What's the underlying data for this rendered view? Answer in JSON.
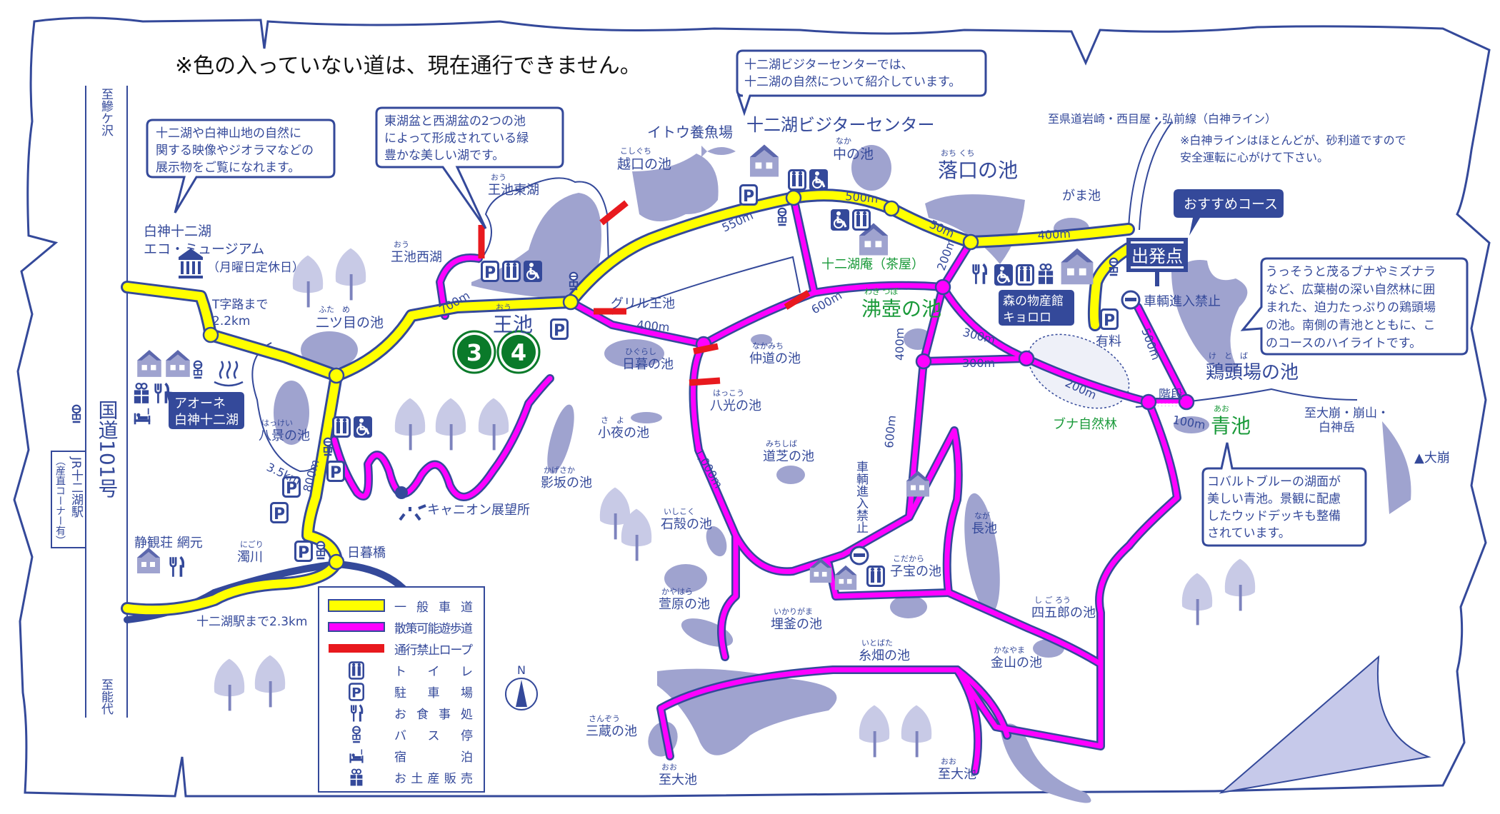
{
  "notice": "※色の入っていない道は、現在通行できません。",
  "colors": {
    "road": "#ffff00",
    "trail": "#ff00ff",
    "rope": "#e8191e",
    "outline": "#34499a",
    "lake": "#9fa3cf",
    "green_label": "#1a9a3a",
    "badge": "#0a7a2a"
  },
  "callouts": {
    "museum": [
      "十二湖や白神山地の自然に",
      "関する映像やジオラマなどの",
      "展示物をご覧になれます。"
    ],
    "oike": [
      "東湖盆と西湖盆の2つの池",
      "によって形成されている緑",
      "豊かな美しい湖です。"
    ],
    "visitor": [
      "十二湖ビジターセンターでは、",
      "十二湖の自然について紹介しています。"
    ],
    "keitoba": [
      "うっそうと茂るブナやミズナラ",
      "など、広葉樹の深い自然林に囲",
      "まれた、迫力たっぷりの鶏頭場",
      "の池。南側の青池とともに、こ",
      "のコースのハイライトです。"
    ],
    "aoike": [
      "コバルトブルーの湖面が",
      "美しい青池。景観に配慮",
      "したウッドデッキも整備",
      "されています。"
    ],
    "recommended": "おすすめコース"
  },
  "road_info": {
    "to_prefectural": "至県道岩崎・西目屋・弘前線（白神ライン）",
    "gravel_note_1": "※白神ラインはほとんどが、砂利道ですので",
    "gravel_note_2": "安全運転に心がけて下さい。"
  },
  "side": {
    "to_ajigasawa": "至鰺ケ沢",
    "route101": "国道101号",
    "jr_station": "JR十二湖駅",
    "jr_station_note": "（産直コーナー有）",
    "to_noshiro": "至能代"
  },
  "aone": [
    "アオーネ",
    "白神十二湖"
  ],
  "mori": [
    "森の物産館",
    "キョロロ"
  ],
  "start": "出発点",
  "badges": [
    "3",
    "4"
  ],
  "compass": "N",
  "places": {
    "eco1": {
      "name": "白神十二湖"
    },
    "eco2": {
      "name": "エコ・ミュージアム"
    },
    "eco3": {
      "name": "（月曜日定休日）"
    },
    "tjunction": {
      "name": "T字路まで"
    },
    "tdist": {
      "name": "2.2km"
    },
    "futatsume": {
      "name": "二ツ目の池",
      "ruby": "ふた　め"
    },
    "oike_nishi": {
      "name": "王池西湖",
      "ruby": "おう"
    },
    "oike_higashi": {
      "name": "王池東湖",
      "ruby": "おう"
    },
    "oike": {
      "name": "王池",
      "ruby": "おう"
    },
    "koshiguchi": {
      "name": "越口の池",
      "ruby": "こしぐち"
    },
    "ito": {
      "name": "イトウ養魚場"
    },
    "visitor": {
      "name": "十二湖ビジターセンター"
    },
    "naka": {
      "name": "中の池",
      "ruby": "なか"
    },
    "ochikuchi": {
      "name": "落口の池",
      "ruby": "おち くち"
    },
    "gama": {
      "name": "がま池"
    },
    "chaya": {
      "name": "十二湖庵（茶屋）"
    },
    "wakitsubo": {
      "name": "沸壺の池",
      "ruby": "わき つぼ"
    },
    "no_entry": {
      "name": "車輌進入禁止"
    },
    "paid": {
      "name": "有料"
    },
    "keitoba": {
      "name": "鶏頭場の池",
      "ruby": "け　と　ば"
    },
    "aoike": {
      "name": "青池",
      "ruby": "あお"
    },
    "buna": {
      "name": "ブナ自然林"
    },
    "to_okuzure1": {
      "name": "至大崩・崩山・"
    },
    "to_okuzure2": {
      "name": "白神岳"
    },
    "okuzure": {
      "name": "▲大崩"
    },
    "grill": {
      "name": "グリル王池"
    },
    "higurashi": {
      "name": "日暮の池",
      "ruby": "ひぐらし"
    },
    "nakamichi": {
      "name": "仲道の池",
      "ruby": "なかみち"
    },
    "hakko": {
      "name": "八光の池",
      "ruby": "はっこう"
    },
    "sayo": {
      "name": "小夜の池",
      "ruby": "さ　よ"
    },
    "kagesaka": {
      "name": "影坂の池",
      "ruby": "かげさか"
    },
    "michishiba": {
      "name": "道芝の池",
      "ruby": "みちしば"
    },
    "canyon": {
      "name": "キャニオン展望所"
    },
    "ishikoku": {
      "name": "石殻の池",
      "ruby": "いしこく"
    },
    "hakkei": {
      "name": "八景の池",
      "ruby": "はっけい"
    },
    "seikanso": {
      "name": "静観荘 網元"
    },
    "nigori": {
      "name": "濁川",
      "ruby": "にごり"
    },
    "higurebashi": {
      "name": "日暮橋"
    },
    "to_station": {
      "name": "十二湖駅まで2.3km"
    },
    "kayahara": {
      "name": "萱原の池",
      "ruby": "かやはら"
    },
    "ikarigama": {
      "name": "埋釜の池",
      "ruby": "いかりがま"
    },
    "kodakara": {
      "name": "子宝の池",
      "ruby": "こだから"
    },
    "nagaike": {
      "name": "長池",
      "ruby": "なが"
    },
    "shigoro": {
      "name": "四五郎の池",
      "ruby": "し ご ろう"
    },
    "itobata": {
      "name": "糸畑の池",
      "ruby": "いとばた"
    },
    "kanayama": {
      "name": "金山の池",
      "ruby": "かなやま"
    },
    "sanzo": {
      "name": "三蔵の池",
      "ruby": "さんぞう"
    },
    "to_oike1": {
      "name": "至大池",
      "ruby": "おお"
    },
    "to_oike2": {
      "name": "至大池",
      "ruby": "おお"
    },
    "stairs": {
      "name": "階段"
    }
  },
  "vertical_no_entry": "車輌進入禁止",
  "distances": [
    "700m",
    "550m",
    "500m",
    "50m",
    "400m",
    "200m",
    "600m",
    "400m",
    "300m",
    "300m",
    "400m",
    "200m",
    "500m",
    "100m",
    "1,000m",
    "600m",
    "800m",
    "3.5km"
  ],
  "legend": [
    {
      "label": "一般車道",
      "icon": "yellow-road-line"
    },
    {
      "label": "散策可能遊歩道",
      "icon": "magenta-trail-line"
    },
    {
      "label": "通行禁止ロープ",
      "icon": "red-rope-line"
    },
    {
      "label": "トイレ",
      "icon": "toilet-icon"
    },
    {
      "label": "駐車場",
      "icon": "parking-icon"
    },
    {
      "label": "お食事処",
      "icon": "restaurant-icon"
    },
    {
      "label": "バス停",
      "icon": "bus-stop-icon"
    },
    {
      "label": "宿泊",
      "icon": "lodging-icon"
    },
    {
      "label": "お土産販売",
      "icon": "gift-shop-icon"
    }
  ],
  "icons": {
    "parking": "P",
    "toilet": "🚻",
    "wheelchair": "♿"
  }
}
